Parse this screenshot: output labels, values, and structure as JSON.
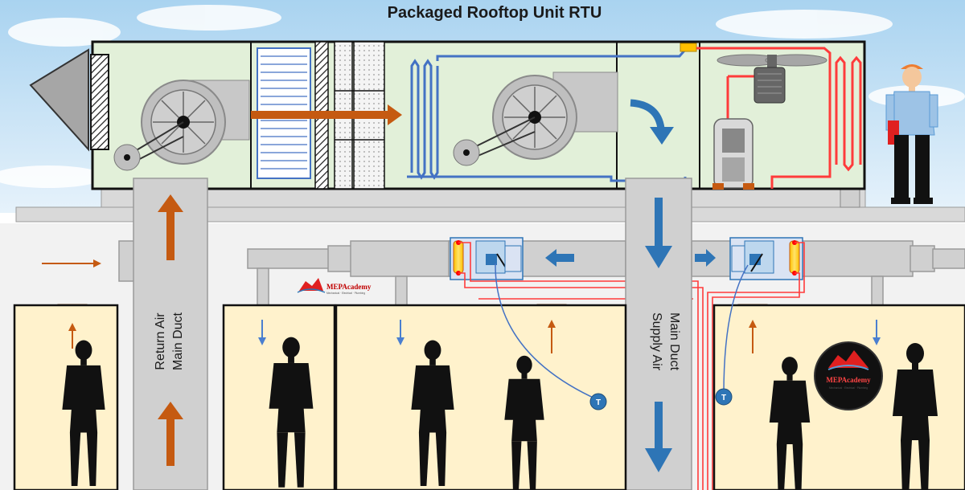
{
  "title": "Packaged Rooftop Unit RTU",
  "labels": {
    "return_duct_line1": "Return Air",
    "return_duct_line2": "Main Duct",
    "supply_duct_line1": "Supply Air",
    "supply_duct_line2": "Main Duct"
  },
  "thermostat_label": "T",
  "logo": {
    "brand": "MEPAcademy",
    "tagline": "Mechanical · Electrical · Plumbing"
  },
  "colors": {
    "sky": "#cfe6f6",
    "unit_fill": "#e2f0d9",
    "duct": "#d0d0d0",
    "room": "#fff2cc",
    "return_arrow": "#c55a11",
    "supply_arrow": "#2e75b6",
    "refrigerant": "#ff3b3b",
    "coil": "#4472c4"
  }
}
